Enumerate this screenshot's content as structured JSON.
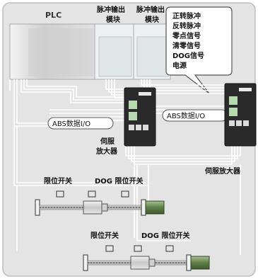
{
  "labels": {
    "plc": "PLC",
    "pulse_module_1": [
      "脉冲输出",
      "模块"
    ],
    "pulse_module_2": [
      "脉冲输出",
      "模块"
    ],
    "signals": [
      "正转脉冲",
      "反转脉冲",
      "零点信号",
      "清零信号",
      "DOG信号",
      "电源"
    ],
    "abs_io_left": "ABS数据I/O",
    "abs_io_right": "ABS数据I/O",
    "servo_left": [
      "伺服",
      "放大器"
    ],
    "servo_right": "伺服放大器",
    "limit_switch_top": "限位开关",
    "dog_limit_top": "DOG 限位开关",
    "limit_switch_bottom": "限位开关",
    "dog_limit_bottom": "DOG 限位开关"
  },
  "colors": {
    "frame_bg": "#e6e6e6",
    "frame_border": "#b8b8b8",
    "plc_body": "#dcdcdc",
    "module_body": "#e8ecec",
    "servo_body": "#2a2a2a",
    "servo_indicator": "#b6d9b0",
    "motor_green": "#6c8f55",
    "wire": "#ffffff"
  }
}
